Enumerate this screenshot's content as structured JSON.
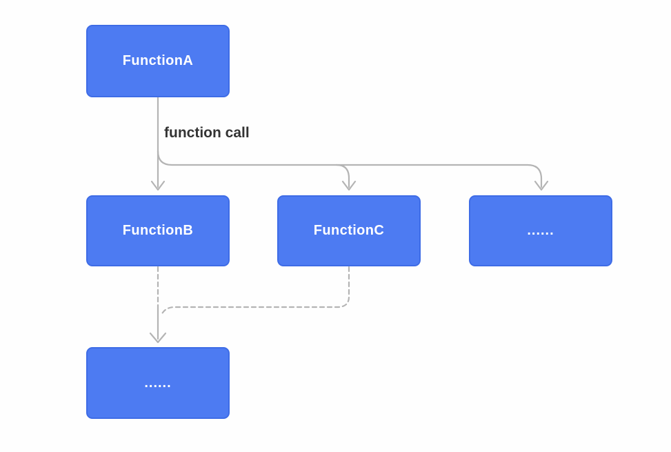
{
  "diagram": {
    "edge_label": "function call",
    "nodes": [
      {
        "id": "function-a",
        "label": "FunctionA"
      },
      {
        "id": "function-b",
        "label": "FunctionB"
      },
      {
        "id": "function-c",
        "label": "FunctionC"
      },
      {
        "id": "more-callees",
        "label": "......"
      },
      {
        "id": "more-nested-calls",
        "label": "......"
      }
    ],
    "edges": [
      {
        "from": "FunctionA",
        "to": "FunctionB",
        "style": "solid",
        "label": "function call"
      },
      {
        "from": "FunctionA",
        "to": "FunctionC",
        "style": "solid"
      },
      {
        "from": "FunctionA",
        "to": "......",
        "style": "solid"
      },
      {
        "from": "FunctionB",
        "to": "......",
        "style": "dashed"
      },
      {
        "from": "FunctionC",
        "to": "......",
        "style": "dashed"
      }
    ],
    "colors": {
      "node_fill": "#4d7bf2",
      "node_border": "#3e6ce6",
      "node_text": "#ffffff",
      "arrow": "#b4b4b4",
      "label_text": "#333333",
      "background": "#fefefe"
    }
  }
}
